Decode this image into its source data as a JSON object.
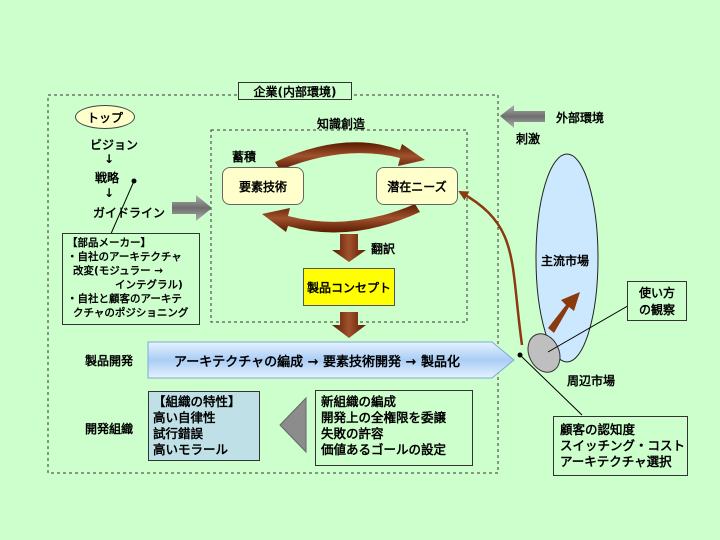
{
  "company": {
    "title": "企業(内部環境)"
  },
  "external": {
    "label": "外部環境",
    "stimulus": "刺激"
  },
  "top_node": {
    "label": "トップ"
  },
  "hierarchy": {
    "vision": "ビジョン",
    "arrow1": "↓",
    "strategy": "戦略",
    "arrow2": "↓",
    "guideline": "ガイドライン"
  },
  "knowledge": {
    "title": "知識創造",
    "accumulate": "蓄積",
    "element_tech": "要素技術",
    "latent_needs": "潜在ニーズ",
    "translate": "翻訳",
    "concept": "製品コンセプト"
  },
  "parts_maker": {
    "header": "【部品メーカー】",
    "line1": "・自社のアーキテクチャ",
    "line2": "改変(モジュラー →",
    "line3": "インテグラル)",
    "line4": "・自社と顧客のアーキテ",
    "line5": "クチャのポジショニング"
  },
  "development": {
    "label": "製品開発",
    "flow": "アーキテクチャの編成 → 要素技術開発 → 製品化"
  },
  "org": {
    "label": "開発組織",
    "traits_header": "【組織の特性】",
    "trait1": "高い自律性",
    "trait2": "試行錯誤",
    "trait3": "高いモラール",
    "new1": "新組織の編成",
    "new2": "開発上の全権限を委譲",
    "new3": "失敗の許容",
    "new4": "価値あるゴールの設定"
  },
  "market": {
    "main": "主流市場",
    "peripheral": "周辺市場",
    "usage_line1": "使い方",
    "usage_line2": "の観察"
  },
  "customer": {
    "line1": "顧客の認知度",
    "line2": "スイッチング・コスト",
    "line3": "アーキテクチャ選択"
  },
  "colors": {
    "background": "#ccffcc",
    "node_yellow": "#ffffcc",
    "concept_gold": "#ffff00",
    "cycle_brown": "#8b3a10",
    "dev_arrow_blue": "#c6e0ff",
    "org_box_blue": "#bfe0e6",
    "gray_arrow": "#8c8c8c",
    "market_ellipse": "#cce8ff"
  }
}
